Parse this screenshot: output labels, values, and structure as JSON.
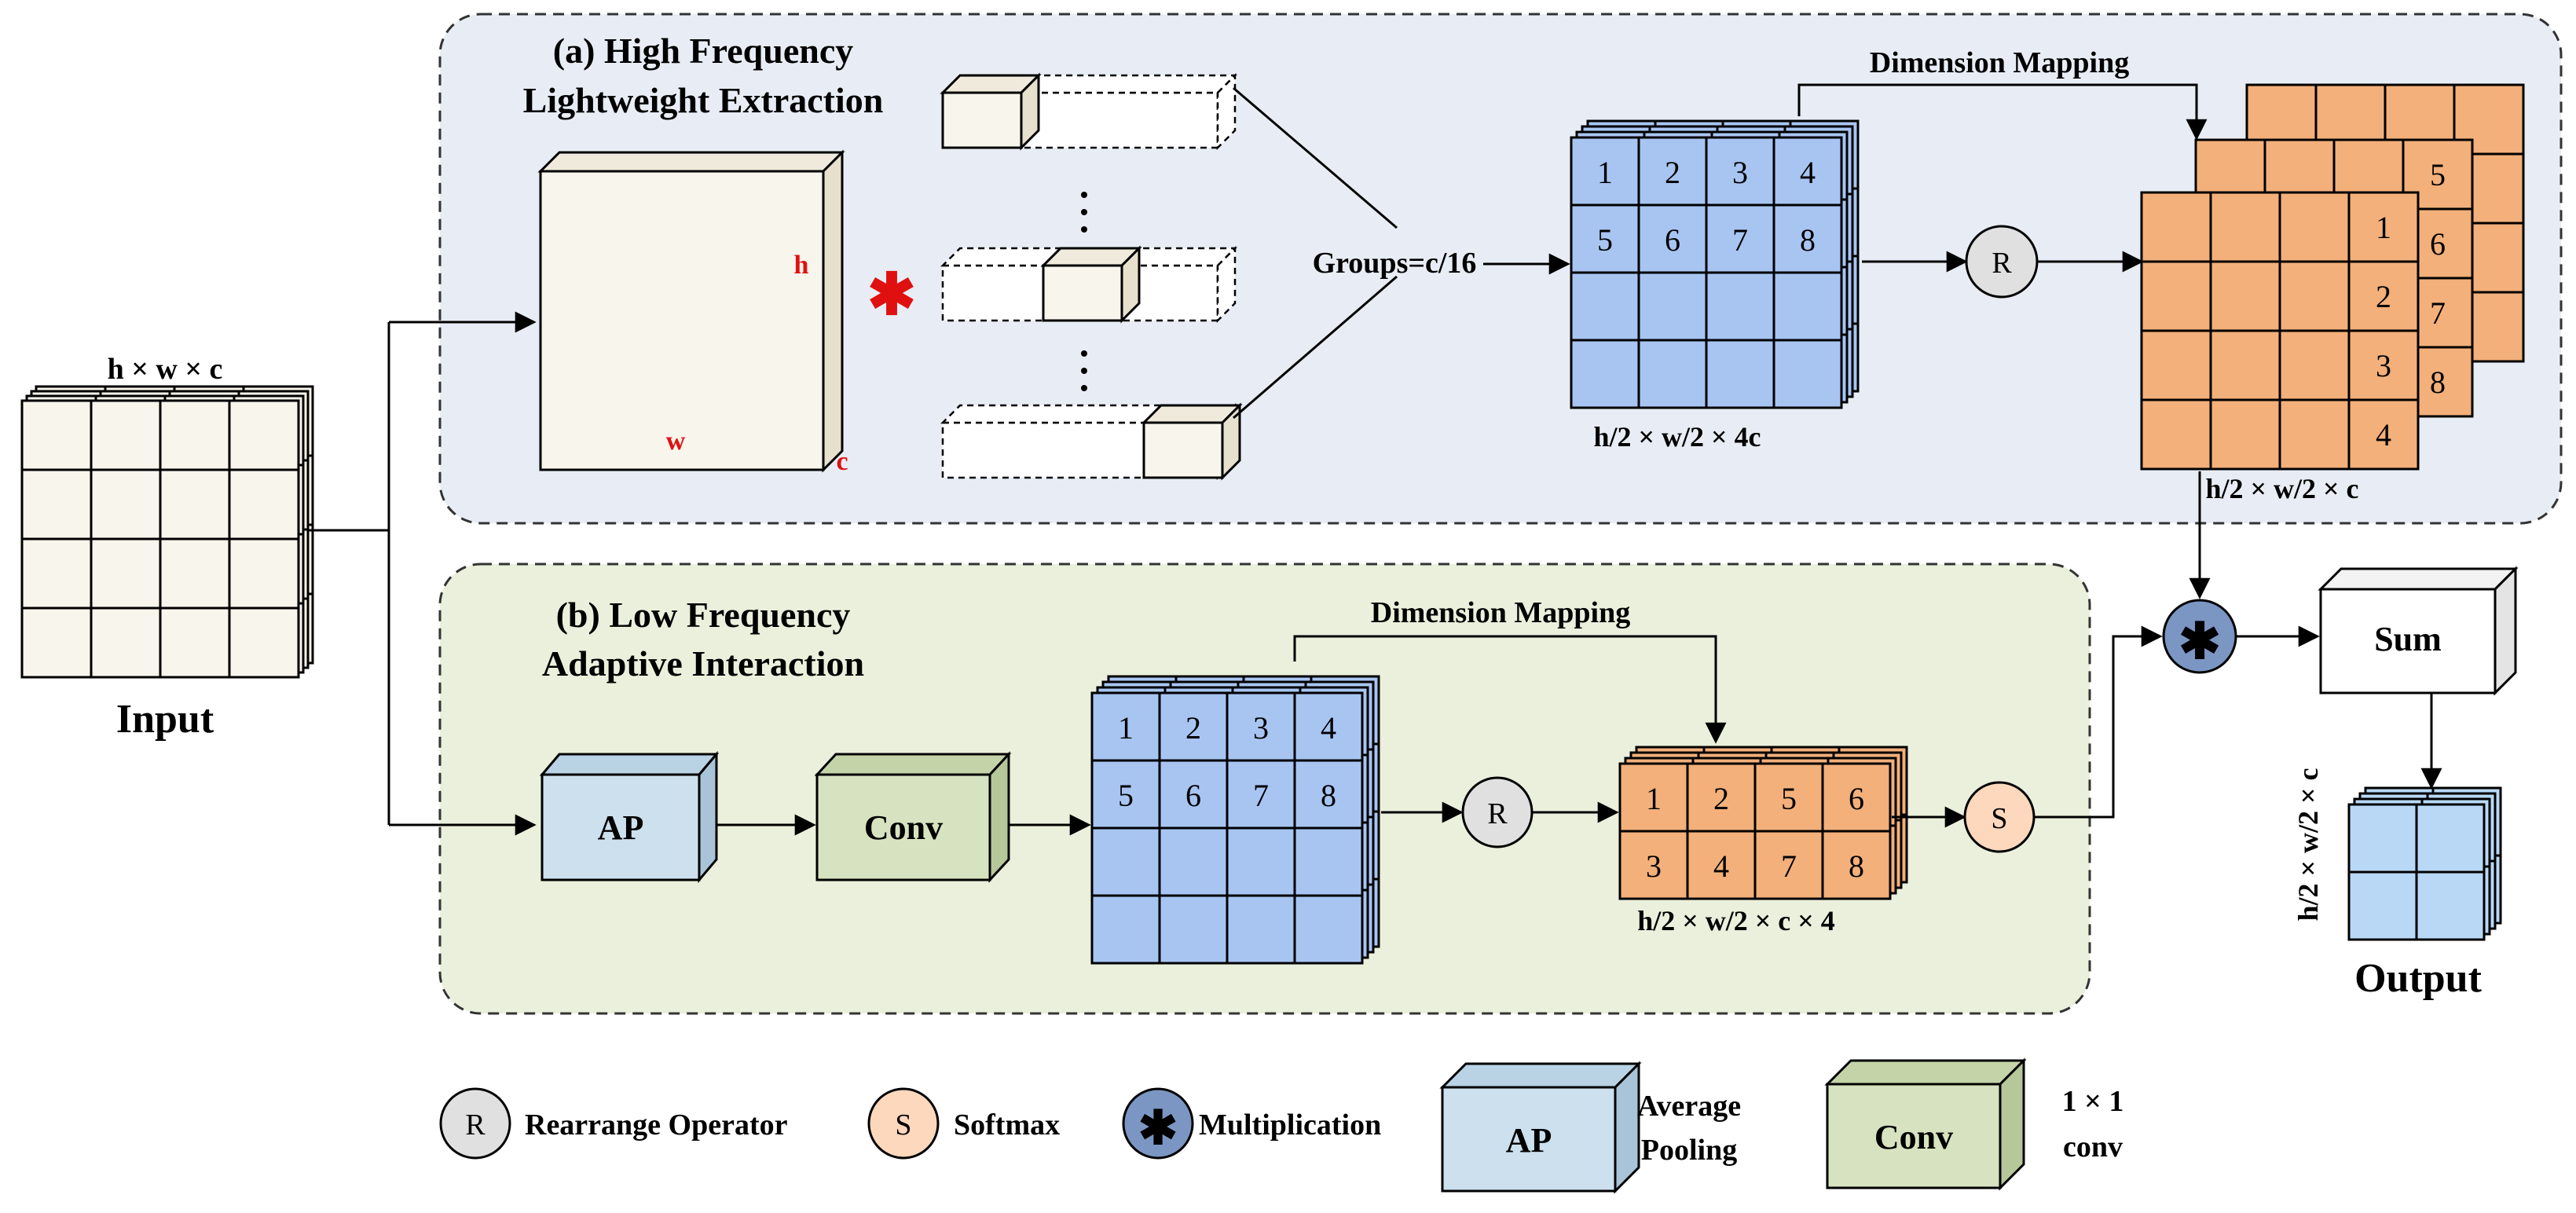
{
  "input": {
    "dims_label": "h × w × c",
    "caption": "Input"
  },
  "branch_high": {
    "title_line1": "(a) High Frequency",
    "title_line2": "Lightweight Extraction",
    "kernel_h": "h",
    "kernel_w": "w",
    "kernel_c": "c",
    "groups_label": "Groups=c/16",
    "grid_cells": [
      "1",
      "2",
      "3",
      "4",
      "5",
      "6",
      "7",
      "8"
    ],
    "grid_dims": "h/2 × w/2 × 4c",
    "mapping_label": "Dimension Mapping",
    "rearranged_cells": [
      "1",
      "2",
      "3",
      "4"
    ],
    "rearranged_mid_cells": [
      "5",
      "6",
      "7",
      "8"
    ],
    "rearranged_dims": "h/2 × w/2 × c"
  },
  "branch_low": {
    "title_line1": "(b) Low Frequency",
    "title_line2": "Adaptive Interaction",
    "ap_label": "AP",
    "conv_label": "Conv",
    "grid_cells": [
      "1",
      "2",
      "3",
      "4",
      "5",
      "6",
      "7",
      "8"
    ],
    "mapping_label": "Dimension Mapping",
    "rearranged_cells": [
      "1",
      "2",
      "5",
      "6",
      "3",
      "4",
      "7",
      "8"
    ],
    "rearranged_dims": "h/2 × w/2 × c × 4"
  },
  "symbols": {
    "rearrange": "R",
    "softmax": "S",
    "multiply": "✱",
    "conv_star": "✱"
  },
  "output": {
    "sum_label": "Sum",
    "dims_label": "h/2 × w/2 × c",
    "caption": "Output"
  },
  "legend": {
    "rearrange": "Rearrange Operator",
    "softmax": "Softmax",
    "multiply": "Multiplication",
    "ap_box": "AP",
    "ap_line1": "Average",
    "ap_line2": "Pooling",
    "conv_box": "Conv",
    "conv_line1": "1 × 1",
    "conv_line2": "conv"
  },
  "colors": {
    "high_panel": "#e8edf5",
    "low_panel": "#ebf0dc",
    "cream": "#f8f5ec",
    "blue_grid": "#a8c5f2",
    "orange_grid": "#f3b07a",
    "ap_box": "#cce0ee",
    "conv_box": "#d7e3c0",
    "r_circle": "#e0e0e0",
    "s_circle": "#fdd8bd",
    "mult_circle": "#7b96c3",
    "output_grid": "#b8d8f6",
    "accent_red": "#e01010"
  }
}
